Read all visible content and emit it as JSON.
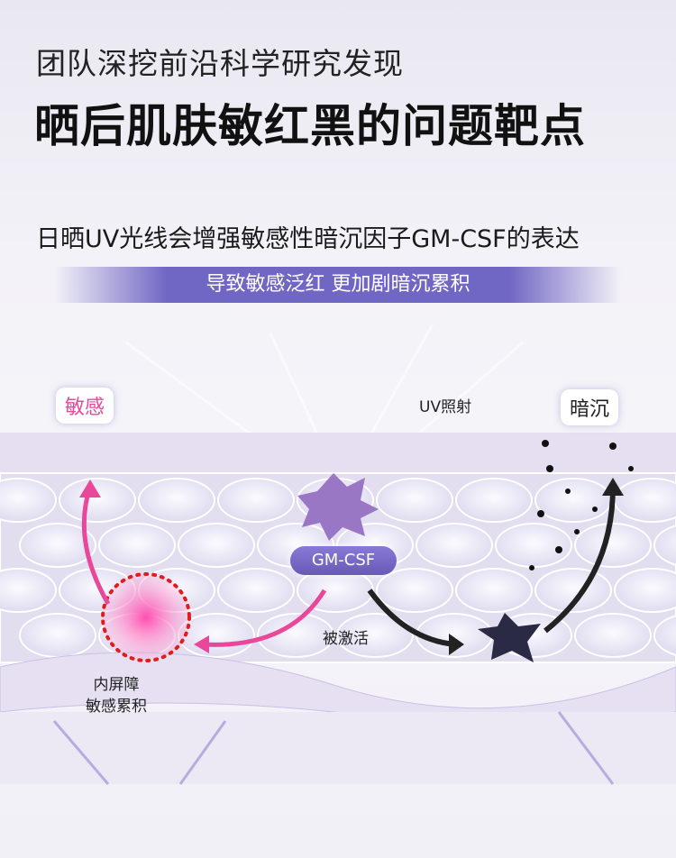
{
  "header": {
    "subtitle": "团队深挖前沿科学研究发现",
    "title": "晒后肌肤敏红黑的问题靶点"
  },
  "description": "日晒UV光线会增强敏感性暗沉因子GM-CSF的表达",
  "banner": "导致敏感泛红 更加剧暗沉累积",
  "diagram": {
    "tag_sensitive": "敏感",
    "tag_dull": "暗沉",
    "uv_label": "UV照射",
    "factor": "GM-CSF",
    "activated": "被激活",
    "barrier_line1": "内屏障",
    "barrier_line2": "敏感累积",
    "colors": {
      "pink": "#e8479a",
      "purple": "#7066c4",
      "dark": "#222233"
    }
  }
}
